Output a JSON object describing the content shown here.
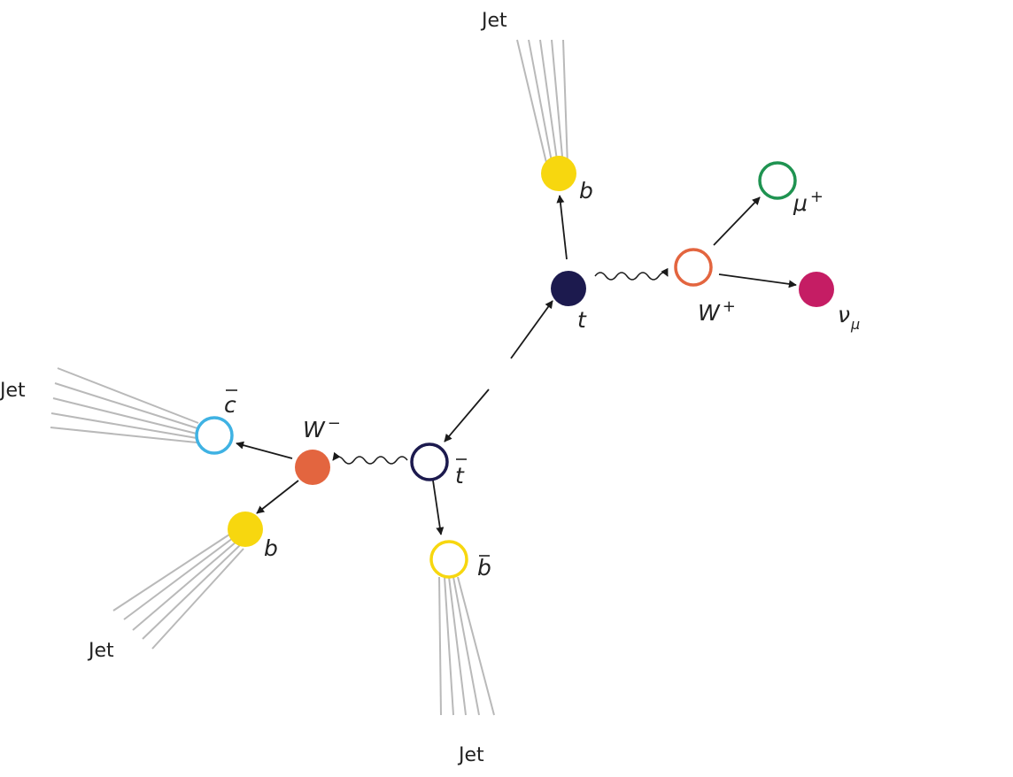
{
  "labels": {
    "jet": "Jet",
    "b": "b",
    "t": "t",
    "mu": "μ",
    "mu_charge": "+",
    "w_plus": "W",
    "w_plus_charge": "+",
    "nu": "ν",
    "nu_sub": "μ",
    "t_bar": "t",
    "w_minus": "W",
    "w_minus_charge": "−",
    "c_bar": "c",
    "b_bar": "b",
    "b2": "b"
  },
  "colors": {
    "b_quark": "#f7d70f",
    "top": "#1c1a4e",
    "w_boson": "#e3653f",
    "muon": "#1f9351",
    "neutrino": "#c51d64",
    "c_bar": "#3fb2e3",
    "arrow": "#1a1a1a",
    "jet_lines": "#b9b9b9"
  }
}
